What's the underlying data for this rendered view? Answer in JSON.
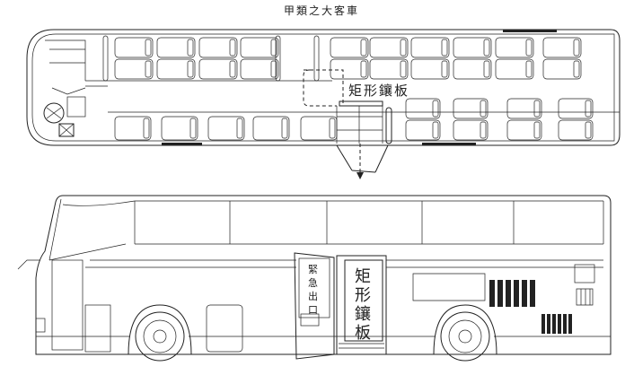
{
  "title": "甲類之大客車",
  "plan_view": {
    "panel_label": "矩形鑲板"
  },
  "side_view": {
    "emergency_exit_chars": [
      "緊",
      "急",
      "出",
      "口"
    ],
    "panel_chars": [
      "矩",
      "形",
      "鑲",
      "板"
    ]
  }
}
